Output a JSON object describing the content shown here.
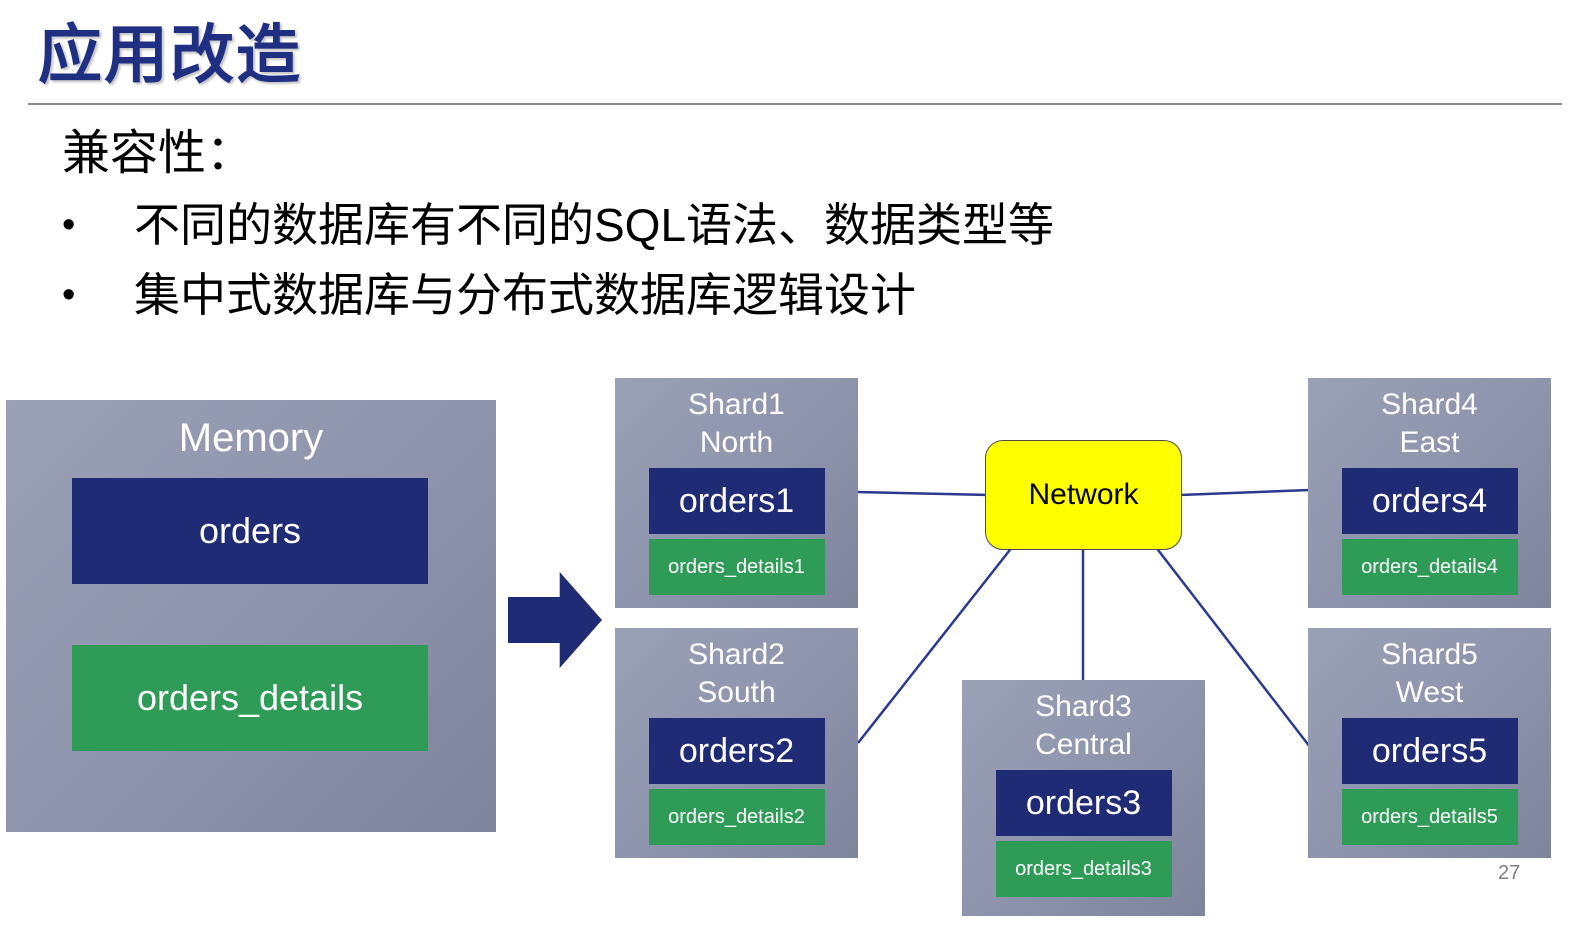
{
  "slide": {
    "title": "应用改造",
    "page_number": "27"
  },
  "body": {
    "heading": "兼容性：",
    "bullet_icon": "•",
    "bullets": [
      "不同的数据库有不同的SQL语法、数据类型等",
      "集中式数据库与分布式数据库逻辑设计"
    ]
  },
  "diagram": {
    "memory": {
      "label": "Memory",
      "tables": [
        {
          "name": "orders"
        },
        {
          "name": "orders_details"
        }
      ]
    },
    "network": {
      "label": "Network"
    },
    "shards": [
      {
        "name": "Shard1",
        "region": "North",
        "table": "orders1",
        "details": "orders_details1"
      },
      {
        "name": "Shard2",
        "region": "South",
        "table": "orders2",
        "details": "orders_details2"
      },
      {
        "name": "Shard3",
        "region": "Central",
        "table": "orders3",
        "details": "orders_details3"
      },
      {
        "name": "Shard4",
        "region": "East",
        "table": "orders4",
        "details": "orders_details4"
      },
      {
        "name": "Shard5",
        "region": "West",
        "table": "orders5",
        "details": "orders_details5"
      }
    ],
    "colors": {
      "title_blue": "#1F3082",
      "table_navy": "#1F2B75",
      "details_green": "#2E9B57",
      "panel_gray": "#8D93AB",
      "network_yellow": "#FFFF00",
      "connector_blue": "#2B3990"
    }
  }
}
